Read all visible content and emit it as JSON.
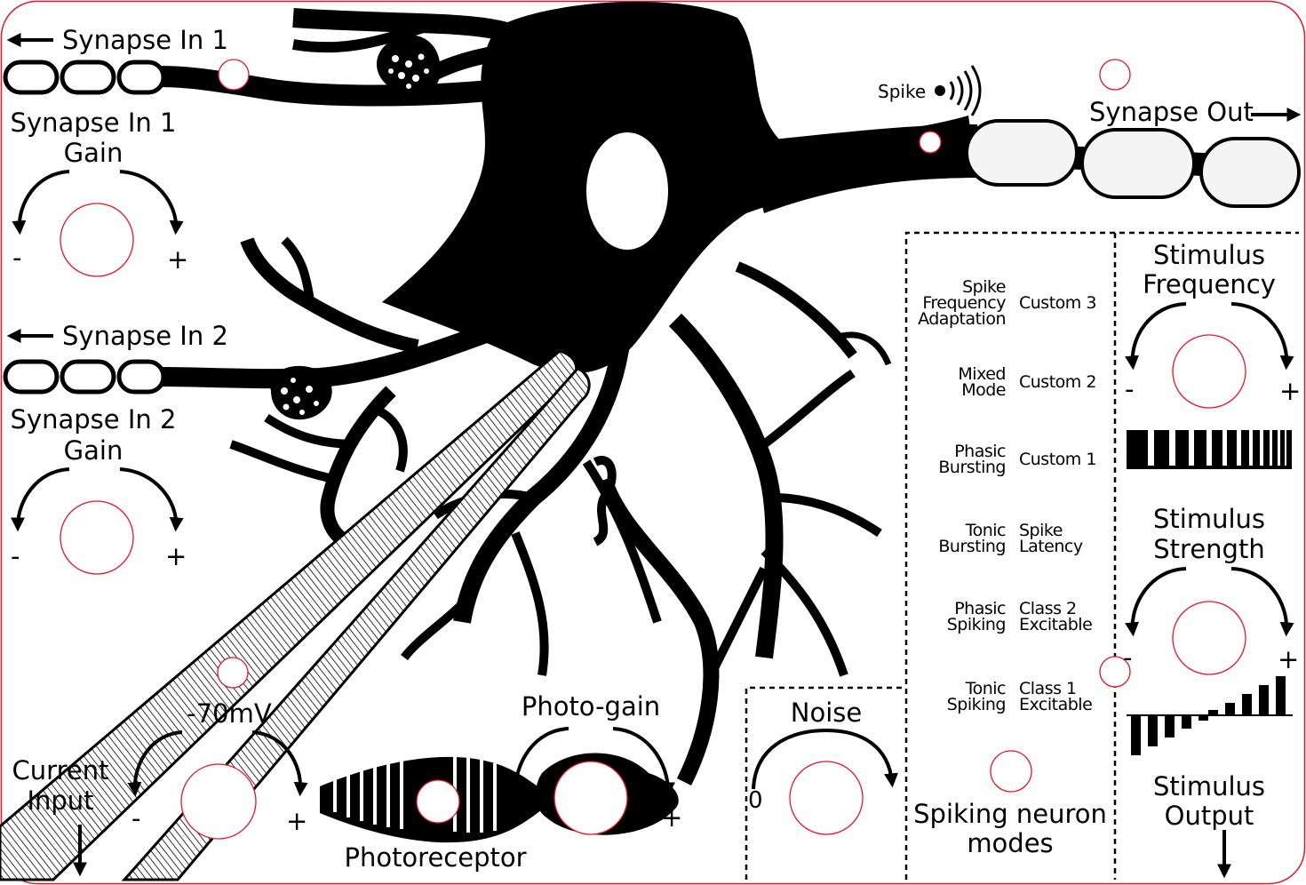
{
  "colors": {
    "outline": "#e0182d",
    "ink": "#000000",
    "background": "#ffffff"
  },
  "synapse_in_1": {
    "label": "Synapse In 1",
    "gain_line1": "Synapse In 1",
    "gain_line2": "Gain",
    "minus": "-",
    "plus": "+"
  },
  "synapse_in_2": {
    "label": "Synapse In 2",
    "gain_line1": "Synapse In 2",
    "gain_line2": "Gain",
    "minus": "-",
    "plus": "+"
  },
  "spike": {
    "label": "Spike"
  },
  "synapse_out": {
    "label": "Synapse Out"
  },
  "modes": {
    "left": [
      [
        "Spike",
        "Frequency",
        "Adaptation"
      ],
      [
        "Mixed",
        "Mode"
      ],
      [
        "Phasic",
        "Bursting"
      ],
      [
        "Tonic",
        "Bursting"
      ],
      [
        "Phasic",
        "Spiking"
      ],
      [
        "Tonic",
        "Spiking"
      ]
    ],
    "right": [
      [
        "Custom 3"
      ],
      [
        "Custom 2"
      ],
      [
        "Custom 1"
      ],
      [
        "Spike",
        "Latency"
      ],
      [
        "Class 2",
        "Excitable"
      ],
      [
        "Class 1",
        "Excitable"
      ]
    ],
    "title_line1": "Spiking neuron",
    "title_line2": "modes"
  },
  "stimulus_frequency": {
    "line1": "Stimulus",
    "line2": "Frequency",
    "minus": "-",
    "plus": "+"
  },
  "stimulus_strength": {
    "line1": "Stimulus",
    "line2": "Strength",
    "minus": "-",
    "plus": "+"
  },
  "stimulus_output": {
    "line1": "Stimulus",
    "line2": "Output"
  },
  "membrane": {
    "label": "-70mV",
    "minus": "-",
    "plus": "+"
  },
  "current_input": {
    "line1": "Current",
    "line2": "Input"
  },
  "photo_gain": {
    "label": "Photo-gain",
    "minus": "-",
    "plus": "+"
  },
  "photoreceptor": {
    "label": "Photoreceptor"
  },
  "noise": {
    "label": "Noise",
    "zero": "0"
  }
}
